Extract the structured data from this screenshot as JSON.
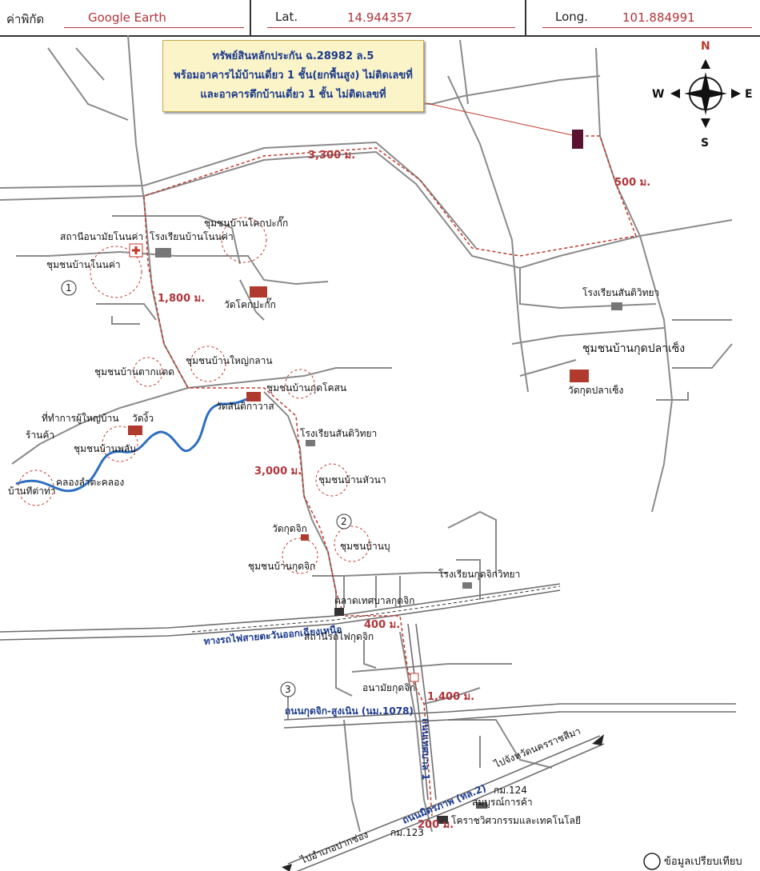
{
  "header": {
    "coord_label": "ค่าพิกัด",
    "source": "Google Earth",
    "lat_label": "Lat.",
    "lat_value": "14.944357",
    "long_label": "Long.",
    "long_value": "101.884991"
  },
  "callout": {
    "line1": "ทรัพย์สินหลักประกัน ฉ.28982  ล.5",
    "line2": "พร้อมอาคารไม้บ้านเดี่ยว 1 ชั้น(ยกพื้นสูง) ไม่ติดเลขที่",
    "line3": "และอาคารตึกบ้านเดี่ยว 1 ชั้น ไม่ติดเลขที่"
  },
  "compass": {
    "n": "N",
    "s": "S",
    "e": "E",
    "w": "W"
  },
  "distances": {
    "d3300": "3,300 ม.",
    "d500": "500 ม.",
    "d1800": "1,800 ม.",
    "d3000": "3,000 ม.",
    "d400": "400 ม.",
    "d1400": "1,400 ม.",
    "d200": "200 ม."
  },
  "places": {
    "health_station": "สถานีอนามัยโนนค่า",
    "school_nonka": "โรงเรียนบ้านโนนค่า",
    "comm_khokpakak": "ชุมชนบ้านโคกปะกั๊ก",
    "comm_nonka": "ชุมชนบ้านโนนค่า",
    "wat_khokpakak": "วัดโคกปะกั๊ก",
    "school_santi1": "โรงเรียนสันติวิทยา",
    "comm_kudplaseng": "ชุมชนบ้านกุดปลาเซ็ง",
    "wat_kudplaseng": "วัดกุดปลาเซ็ง",
    "comm_yaiklan": "ชุมชนบ้านใหญ่กลาน",
    "comm_takdaet": "ชุมชนบ้านตากแดด",
    "comm_kudkhosan": "ชุมชนบ้านกุดโคสน",
    "wat_santi": "วัดสันติกาวาส",
    "headman_office": "ที่ทำการผู้ใหญ่บ้าน",
    "wat_ngio": "วัดงิ้ว",
    "shop": "ร้านค้า",
    "comm_phlap": "ชุมชนบ้านพลับ",
    "school_santi2": "โรงเรียนสันติวิทยา",
    "canal": "คลองลำตะคลอง",
    "ban_thita": "บ้านทีต่าท่า",
    "comm_huana": "ชุมชนบ้านหัวนา",
    "wat_kudjik": "วัดกุดจิก",
    "comm_bu": "ชุมชนบ้านบุ",
    "comm_kudjik": "ชุมชนบ้านกุดจิก",
    "school_kudjik": "โรงเรียนกุดจิกวิทยา",
    "market": "ตลาดเทศบาลกุดจิก",
    "rail_line": "ทางรถไฟสายตะวันออกเฉียงเหนือ",
    "train_station": "สถานีรถไฟกุดจิก",
    "health_kudjik": "อนามัยกุดจิก",
    "road_kudjik": "ถนนกุดจิก-สูงเนิน (นม.1078)",
    "road_thesaban": "ถนนเทศบาล 1",
    "road_mittraphap": "ถนนมิตรภาพ (ทล.2)",
    "to_korat": "ไปจังหวัดนครราชสีมา",
    "to_pakchong": "ไปอำเภอปากช่อง",
    "km124": "กม.124",
    "km123": "กม.123",
    "sombun": "สมบูรณ์การค้า",
    "korat_tech": "โคราชวิศวกรรมและเทคโนโลยี"
  },
  "markers": {
    "m1": "1",
    "m2": "2",
    "m3": "3"
  },
  "legend": "ข้อมูลเปรียบเทียบ",
  "colors": {
    "accent_red": "#b0353a",
    "road": "#7a7a7a",
    "river": "#2f6fc0",
    "callout_bg": "#fbf4c8",
    "title_blue": "#1b3a8c"
  }
}
